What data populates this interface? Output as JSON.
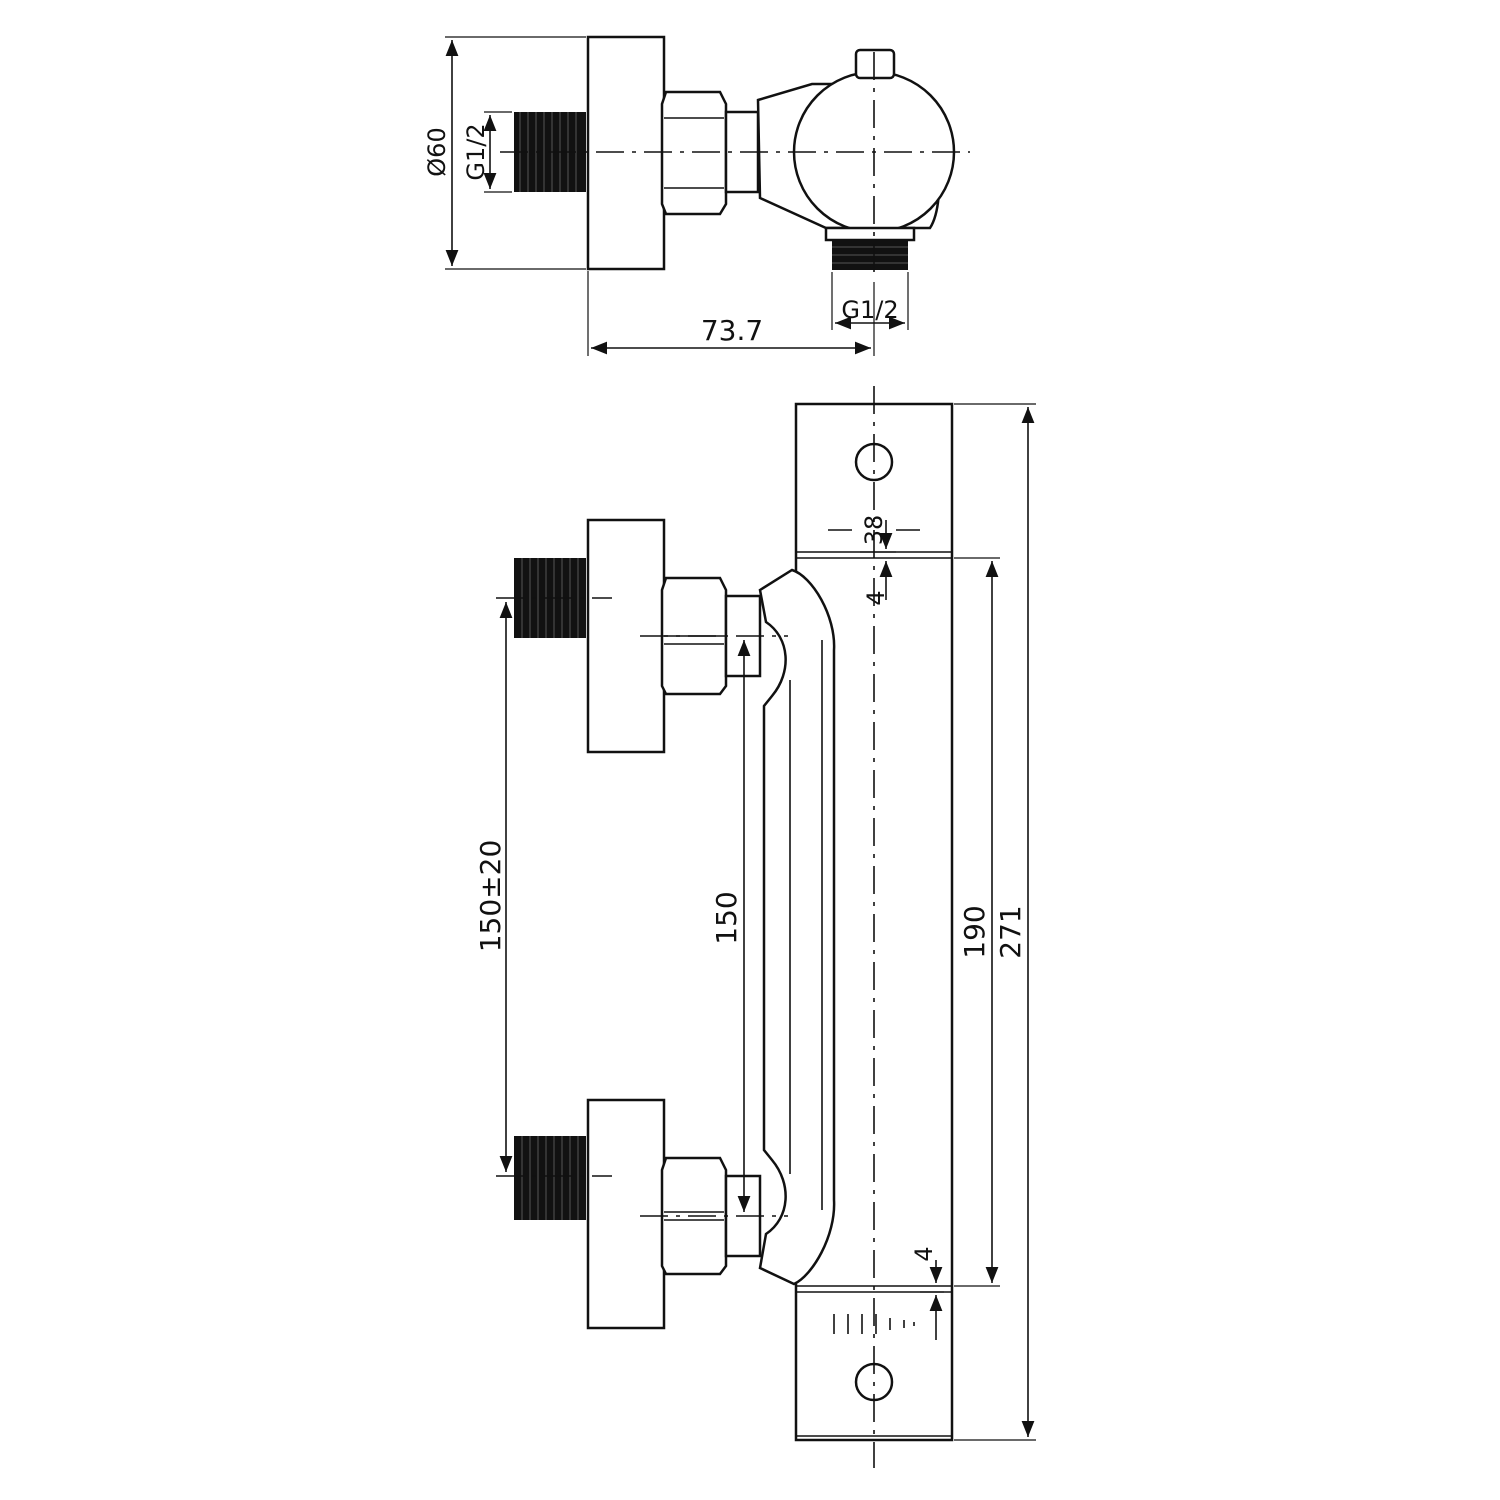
{
  "drawing": {
    "top_view": {
      "diameter_label": "Ø60",
      "inlet_thread_label": "G1/2",
      "outlet_thread_label": "G1/2",
      "depth_label": "73.7"
    },
    "front_view": {
      "inlet_spacing_label": "150±20",
      "fixed_spacing_label": "150",
      "scale_label_top": "38",
      "gap_top_label": "4",
      "gap_bottom_label": "4",
      "body_length_label": "190",
      "overall_length_label": "271"
    }
  }
}
